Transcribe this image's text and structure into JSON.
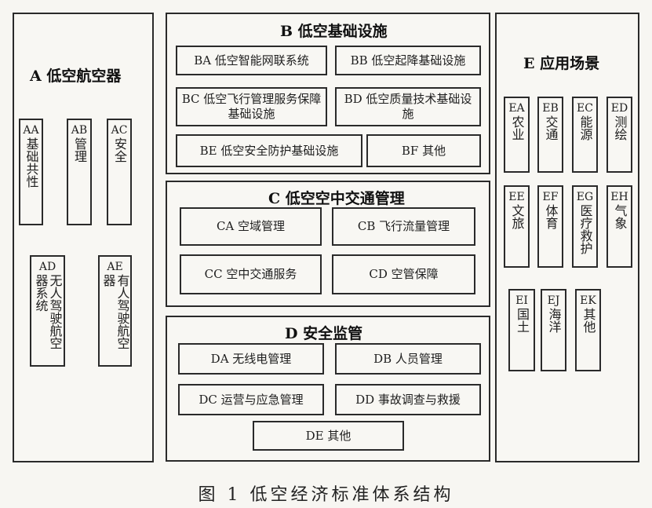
{
  "panels": {
    "A": {
      "title": "A 低空航空器",
      "items": [
        {
          "code": "AA",
          "text": "基础共性"
        },
        {
          "code": "AB",
          "text": "管理"
        },
        {
          "code": "AC",
          "text": "安全"
        },
        {
          "code": "AD",
          "text": "无人驾驶航空器系统"
        },
        {
          "code": "AE",
          "text": "有人驾驶航空器"
        }
      ]
    },
    "B": {
      "title": "B 低空基础设施",
      "items": [
        {
          "label": "BA 低空智能网联系统"
        },
        {
          "label": "BB 低空起降基础设施"
        },
        {
          "label": "BC 低空飞行管理服务保障基础设施"
        },
        {
          "label": "BD 低空质量技术基础设施"
        },
        {
          "label": "BE 低空安全防护基础设施"
        },
        {
          "label": "BF 其他"
        }
      ]
    },
    "C": {
      "title": "C 低空空中交通管理",
      "items": [
        {
          "label": "CA 空域管理"
        },
        {
          "label": "CB 飞行流量管理"
        },
        {
          "label": "CC 空中交通服务"
        },
        {
          "label": "CD 空管保障"
        }
      ]
    },
    "D": {
      "title": "D 安全监管",
      "items": [
        {
          "label": "DA 无线电管理"
        },
        {
          "label": "DB 人员管理"
        },
        {
          "label": "DC 运营与应急管理"
        },
        {
          "label": "DD 事故调查与救援"
        },
        {
          "label": "DE 其他"
        }
      ]
    },
    "E": {
      "title": "E 应用场景",
      "items": [
        {
          "code": "EA",
          "text": "农业"
        },
        {
          "code": "EB",
          "text": "交通"
        },
        {
          "code": "EC",
          "text": "能源"
        },
        {
          "code": "ED",
          "text": "测绘"
        },
        {
          "code": "EE",
          "text": "文旅"
        },
        {
          "code": "EF",
          "text": "体育"
        },
        {
          "code": "EG",
          "text": "医疗救护"
        },
        {
          "code": "EH",
          "text": "气象"
        },
        {
          "code": "EI",
          "text": "国土"
        },
        {
          "code": "EJ",
          "text": "海洋"
        },
        {
          "code": "EK",
          "text": "其他"
        }
      ]
    }
  },
  "caption": "图 1 低空经济标准体系结构"
}
